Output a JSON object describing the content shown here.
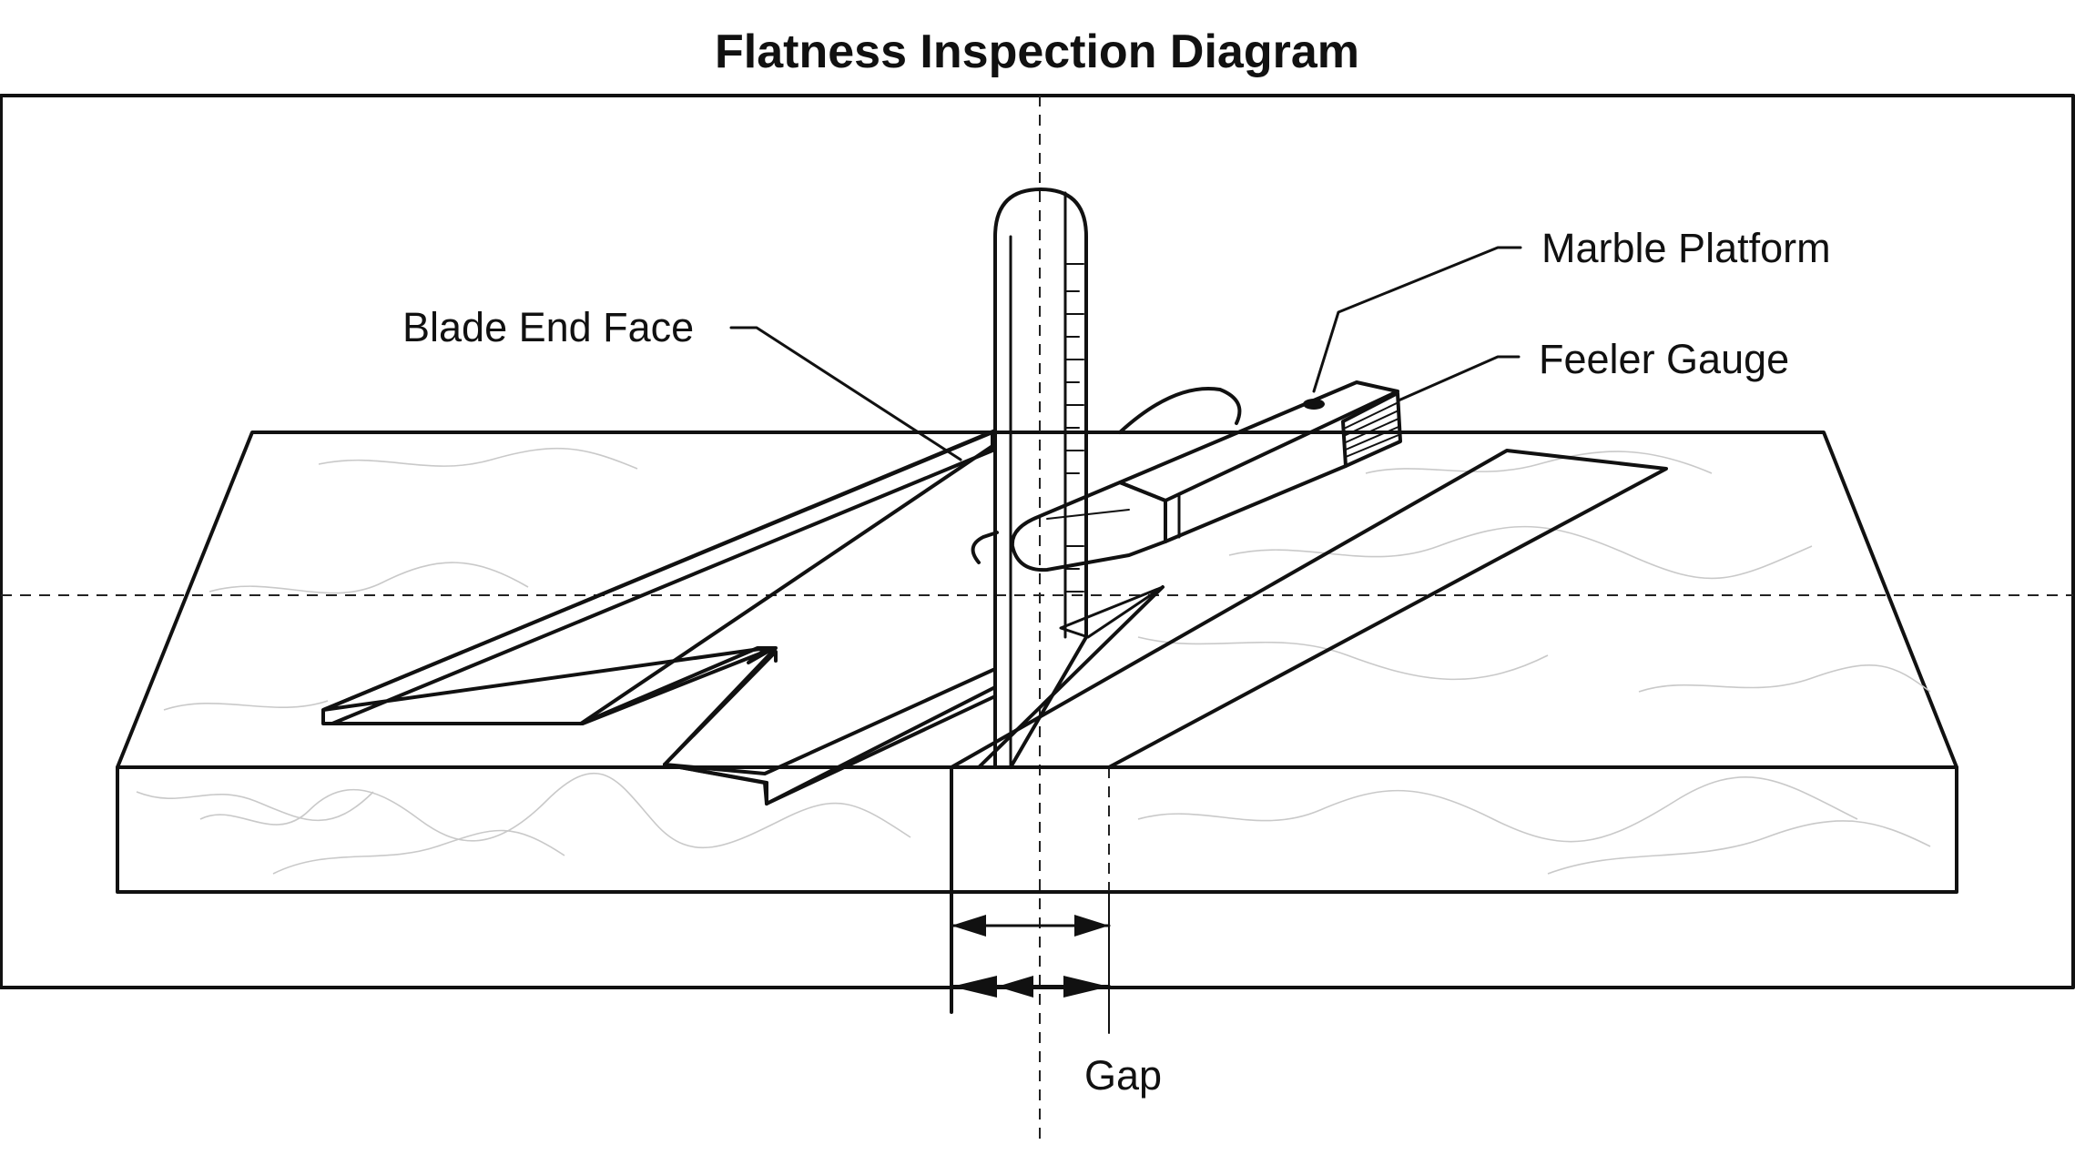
{
  "title": "Flatness Inspection Diagram",
  "labels": {
    "blade_end_face": "Blade End Face",
    "marble_platform": "Marble Platform",
    "feeler_gauge": "Feeler Gauge",
    "gap": "Gap"
  },
  "colors": {
    "ink": "#111111",
    "background": "#ffffff",
    "marble_vein": "#c9c9c9"
  }
}
